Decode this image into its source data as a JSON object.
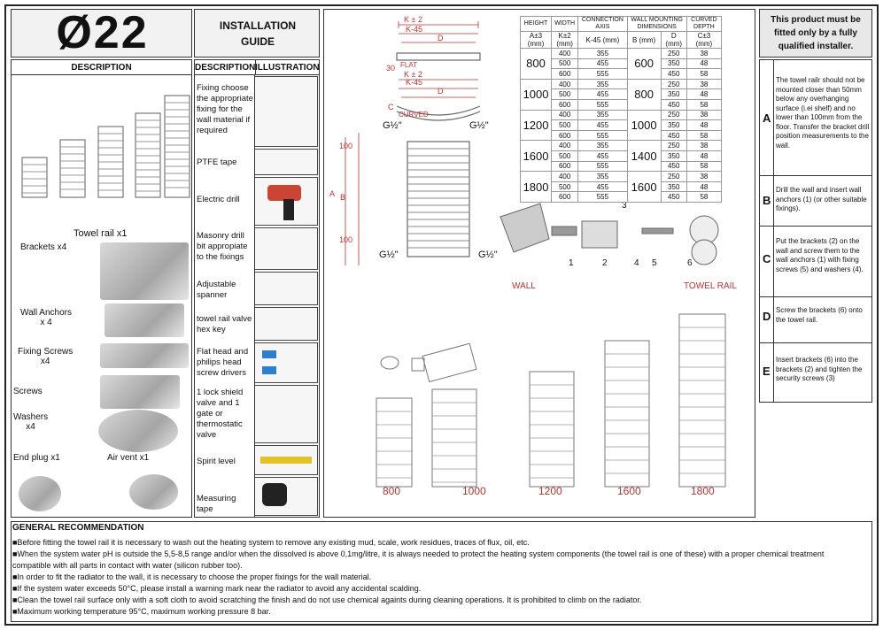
{
  "title_block": {
    "model": "Ø22",
    "guide": "INSTALLATION\nGUIDE"
  },
  "description": {
    "header": "DESCRIPTION",
    "items": [
      {
        "label": "Towel rail x1"
      },
      {
        "label": "Brackets x4"
      },
      {
        "label": "Wall Anchors\nx 4"
      },
      {
        "label": "Fixing Screws\nx4"
      },
      {
        "label": "Screws"
      },
      {
        "label": "Washers\nx4"
      },
      {
        "label": "End plug x1"
      },
      {
        "label": "Air vent x1"
      }
    ]
  },
  "tools": {
    "header_desc": "DESCRIPTION",
    "header_ill": "ILLUSTRATION",
    "items": [
      {
        "label": "Fixing choose the appropriate fixing for the wall material if required"
      },
      {
        "label": "PTFE tape"
      },
      {
        "label": "Electric drill"
      },
      {
        "label": "Masonry drill bit appropiate to the fixings"
      },
      {
        "label": "Adjustable spanner"
      },
      {
        "label": "towel rail valve hex key"
      },
      {
        "label": "Flat head and philips head screw drivers"
      },
      {
        "label": "1 lock shield valve and 1 gate or thermostatic valve"
      },
      {
        "label": "Spirit level"
      },
      {
        "label": "Measuring tape"
      }
    ]
  },
  "diagram": {
    "flat_label": "FLAT",
    "curved_label": "CURVED",
    "k2": "K ± 2",
    "k45": "K-45",
    "d": "D",
    "thirty": "30",
    "c": "C",
    "g_half": "G½\"",
    "a": "A",
    "b": "B",
    "hundred": "100",
    "wall_label": "WALL",
    "towel_rail_label": "TOWEL RAIL",
    "parts": [
      "1",
      "2",
      "3",
      "4",
      "5",
      "6"
    ],
    "size_labels": [
      "800",
      "1000",
      "1200",
      "1600",
      "1800"
    ]
  },
  "spec_table": {
    "headers": [
      "HEIGHT",
      "WIDTH",
      "CONNECTION AXIS",
      "WALL MOUNTING DIMENSIONS",
      "CURVED DEPTH"
    ],
    "subheaders": [
      "A±3 (mm)",
      "K±2 (mm)",
      "K-45 (mm)",
      "B (mm)",
      "D (mm)",
      "C±3 (mm)"
    ],
    "groups": [
      {
        "height": "800",
        "b": "600",
        "rows": [
          [
            "400",
            "355",
            "250",
            "38"
          ],
          [
            "500",
            "455",
            "350",
            "48"
          ],
          [
            "600",
            "555",
            "450",
            "58"
          ]
        ]
      },
      {
        "height": "1000",
        "b": "800",
        "rows": [
          [
            "400",
            "355",
            "250",
            "38"
          ],
          [
            "500",
            "455",
            "350",
            "48"
          ],
          [
            "600",
            "555",
            "450",
            "58"
          ]
        ]
      },
      {
        "height": "1200",
        "b": "1000",
        "rows": [
          [
            "400",
            "355",
            "250",
            "38"
          ],
          [
            "500",
            "455",
            "350",
            "48"
          ],
          [
            "600",
            "555",
            "450",
            "58"
          ]
        ]
      },
      {
        "height": "1600",
        "b": "1400",
        "rows": [
          [
            "400",
            "355",
            "250",
            "38"
          ],
          [
            "500",
            "455",
            "350",
            "48"
          ],
          [
            "600",
            "555",
            "450",
            "58"
          ]
        ]
      },
      {
        "height": "1800",
        "b": "1600",
        "rows": [
          [
            "400",
            "355",
            "250",
            "38"
          ],
          [
            "500",
            "455",
            "350",
            "48"
          ],
          [
            "600",
            "555",
            "450",
            "58"
          ]
        ]
      }
    ]
  },
  "side": {
    "warning": "This product must be fitted only by a fully qualified installer.",
    "steps": [
      {
        "letter": "A",
        "text": "The towel railr should not be mounted closer than 50mm below any overhanging surface (i.ei shelf) and no lower than 100mm from the floor. Transfer the bracket drill position measurements to the wall."
      },
      {
        "letter": "B",
        "text": "Drill the wall and insert wall anchors (1) (or other suitable fixings)."
      },
      {
        "letter": "C",
        "text": "Put the brackets (2) on the wall and screw them to the wall anchors (1) with fixing screws (5) and washers (4)."
      },
      {
        "letter": "D",
        "text": "Screw the brackets (6) onto the towel rail."
      },
      {
        "letter": "E",
        "text": "Insert brackets (6) into the brackets (2) and tighten the security screws (3)"
      }
    ]
  },
  "general": {
    "header": "GENERAL RECOMMENDATION",
    "lines": [
      "■Before fitting the towel rail it is necessary to wash out the heating system to remove any existing mud, scale, work residues, traces of flux, oil, etc.",
      "■When the system water pH is outside the 5,5-8,5 range and/or when the dissolved is above 0,1mg/litre, it is always needed to protect the heating system components (the towel rail is one of these) with a proper chemical treatment",
      "compatible with all parts in contact with water (silicon rubber too).",
      "■In order to fit the radiator to the wall, it is necessary to choose the proper fixings for the wall material.",
      "■If the system water exceeds 50°C, please install a warning mark near the radiator to avoid any accidental scalding.",
      "■Clean the towel rail surface only with a soft cloth to avoid scratching the finish and do not use chemical againts during cleaning operations. It is prohibited to climb on the radiator.",
      "■Maximum working temperature 95°C, maximum working pressure 8 bar."
    ]
  }
}
